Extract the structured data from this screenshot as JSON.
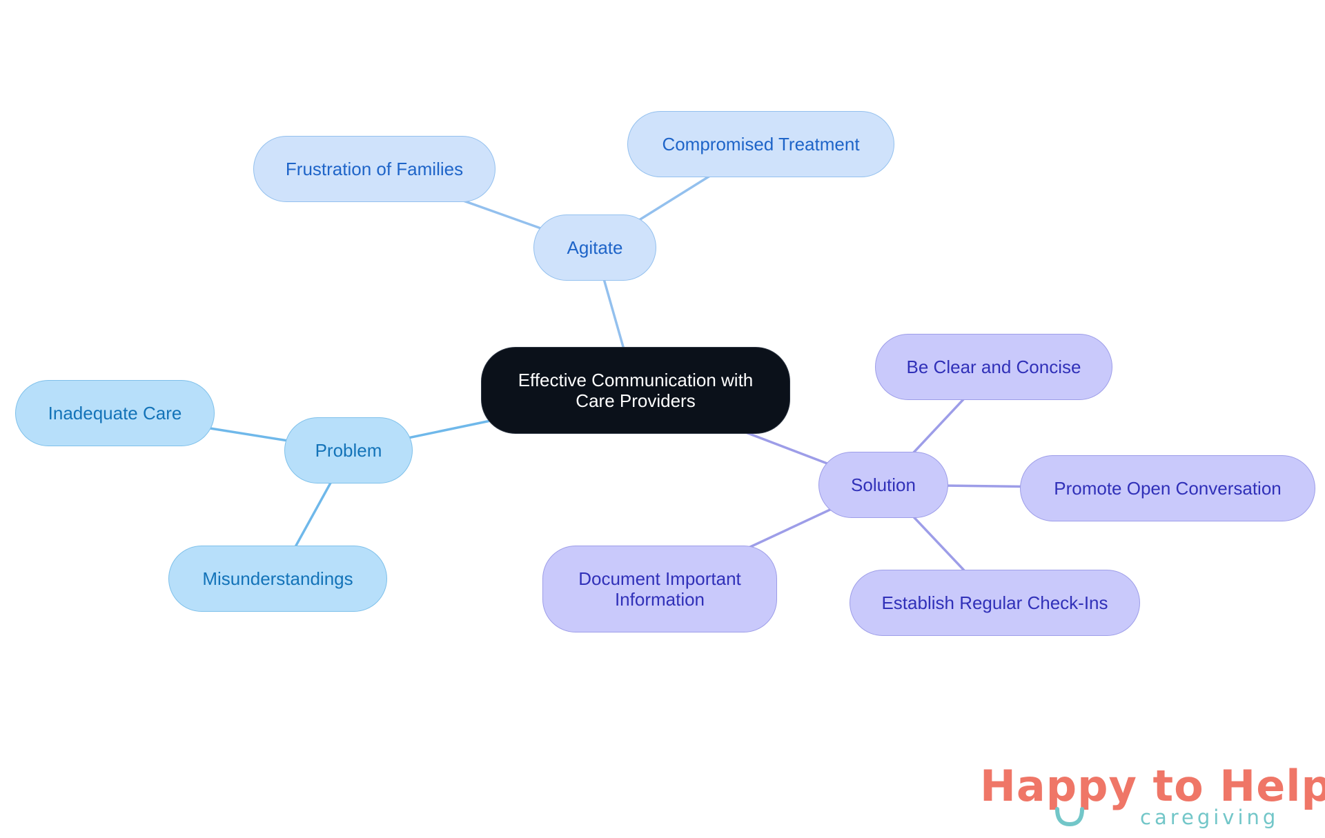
{
  "diagram": {
    "root": {
      "id": "root",
      "label": "Effective Communication with\nCare Providers"
    },
    "branches": [
      {
        "id": "agitate",
        "label": "Agitate",
        "color": "#93c0ee",
        "children": [
          {
            "id": "frustration",
            "label": "Frustration of Families"
          },
          {
            "id": "compromised",
            "label": "Compromised Treatment"
          }
        ]
      },
      {
        "id": "problem",
        "label": "Problem",
        "color": "#6fb8ea",
        "children": [
          {
            "id": "inadequate",
            "label": "Inadequate Care"
          },
          {
            "id": "misunderstandings",
            "label": "Misunderstandings"
          }
        ]
      },
      {
        "id": "solution",
        "label": "Solution",
        "color": "#9d9de8",
        "children": [
          {
            "id": "clear",
            "label": "Be Clear and Concise"
          },
          {
            "id": "promote",
            "label": "Promote Open Conversation"
          },
          {
            "id": "checkins",
            "label": "Establish Regular Check-Ins"
          },
          {
            "id": "document",
            "label": "Document Important\nInformation"
          }
        ]
      }
    ]
  },
  "logo": {
    "brand": "Happy to Help",
    "sub": "caregiving",
    "colors": {
      "brand": "#ef7667",
      "accent": "#72c6c8"
    }
  }
}
